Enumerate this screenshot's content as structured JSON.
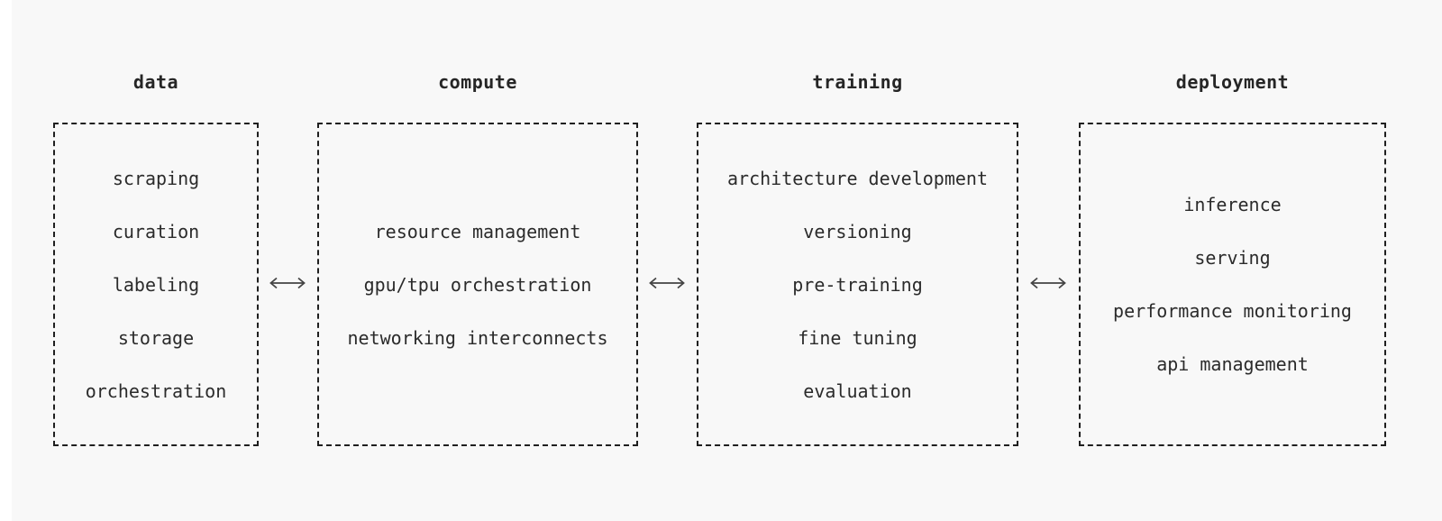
{
  "diagram": {
    "columns": [
      {
        "title": "data",
        "items": [
          "scraping",
          "curation",
          "labeling",
          "storage",
          "orchestration"
        ]
      },
      {
        "title": "compute",
        "items": [
          "resource management",
          "gpu/tpu orchestration",
          "networking interconnects"
        ]
      },
      {
        "title": "training",
        "items": [
          "architecture development",
          "versioning",
          "pre-training",
          "fine tuning",
          "evaluation"
        ]
      },
      {
        "title": "deployment",
        "items": [
          "inference",
          "serving",
          "performance monitoring",
          "api management"
        ]
      }
    ],
    "connectors": [
      {
        "between": "data-compute",
        "glyph": "double-headed-arrow"
      },
      {
        "between": "compute-training",
        "glyph": "double-headed-arrow"
      },
      {
        "between": "training-deployment",
        "glyph": "double-headed-arrow"
      }
    ],
    "colors": {
      "background": "#f8f8f8",
      "border": "#1f1f1f",
      "text": "#2b2b2b",
      "arrow": "#444444"
    }
  }
}
